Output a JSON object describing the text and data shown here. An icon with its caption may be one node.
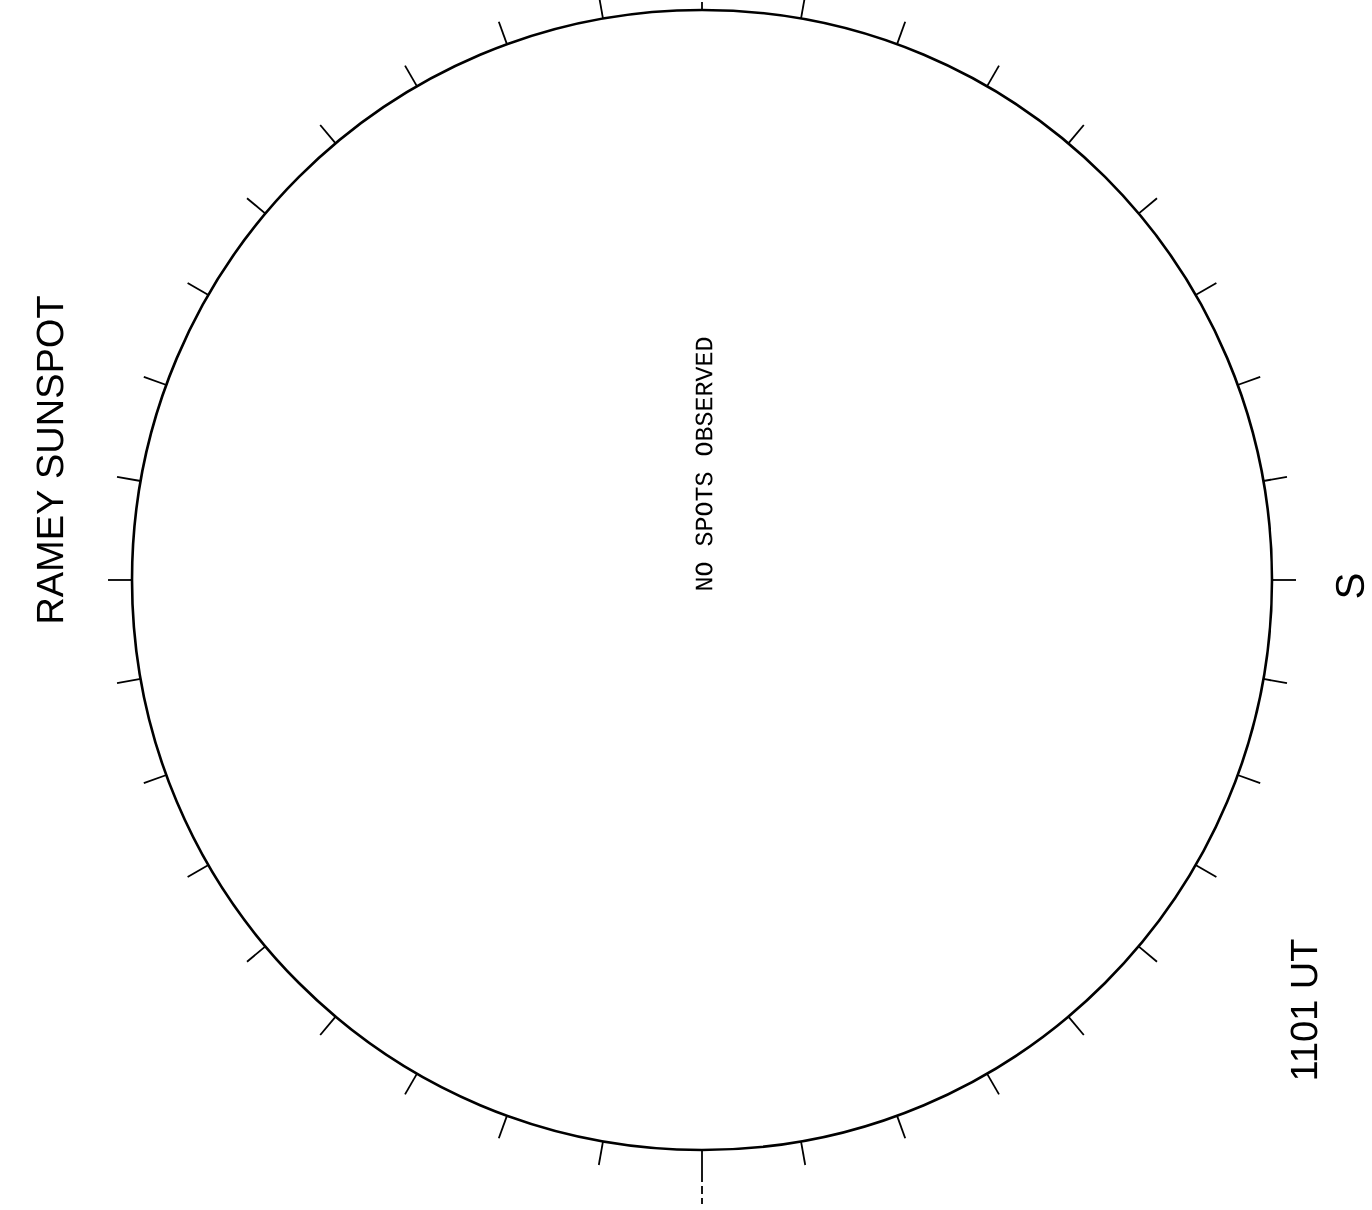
{
  "diagram": {
    "labels": [
      "RAMEY SUNSPOT",
      "NO SPOTS OBSERVED",
      "S",
      "1101 UT"
    ]
  }
}
